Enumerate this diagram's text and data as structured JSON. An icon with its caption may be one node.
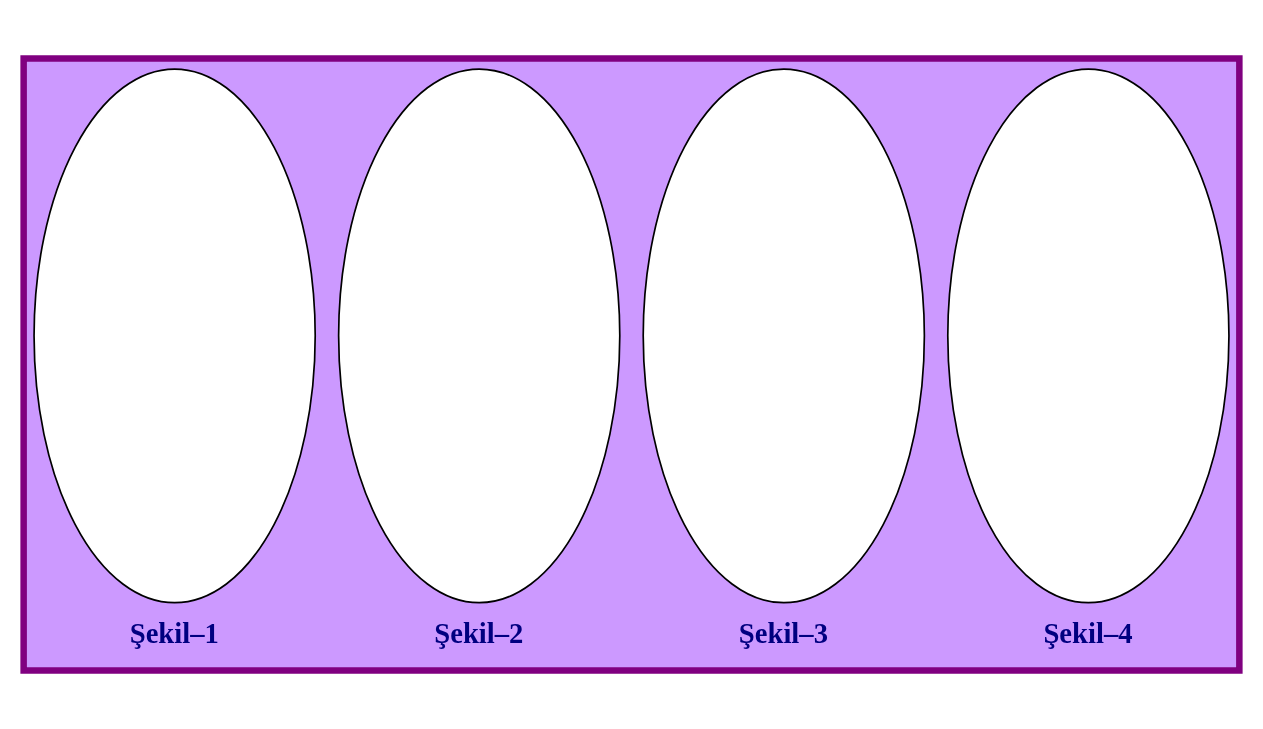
{
  "diagram": {
    "nodes": [
      {
        "text": [],
        "shape": "box"
      },
      {
        "text": [],
        "shape": "ellipse",
        "in": 0,
        "beside": [
          "Şekil–1"
        ]
      },
      {
        "text": [],
        "shape": "ellipse",
        "in": 0,
        "beside": [
          "Şekil–2"
        ]
      },
      {
        "text": [],
        "shape": "ellipse",
        "in": 0,
        "beside": [
          "Şekil–3"
        ]
      },
      {
        "text": [],
        "shape": "ellipse",
        "in": 0,
        "beside": [
          "Şekil–4"
        ]
      }
    ],
    "edges": []
  }
}
